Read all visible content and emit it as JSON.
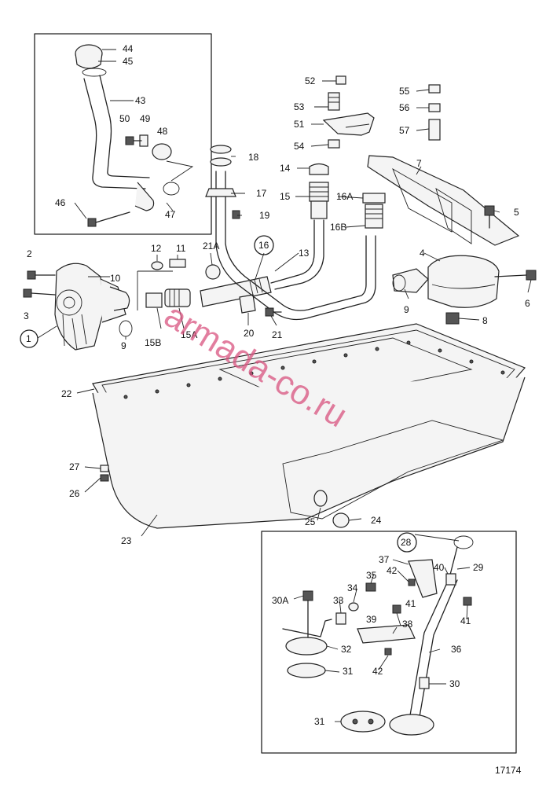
{
  "watermark": "armada-co.ru",
  "drawing_number": "17174",
  "callouts": {
    "c1": "1",
    "c2": "2",
    "c3": "3",
    "c4": "4",
    "c5": "5",
    "c6": "6",
    "c7": "7",
    "c8": "8",
    "c9a": "9",
    "c9b": "9",
    "c10": "10",
    "c11": "11",
    "c12": "12",
    "c13": "13",
    "c14": "14",
    "c15": "15",
    "c15a": "15A",
    "c15b": "15B",
    "c16": "16",
    "c16a": "16A",
    "c16b": "16B",
    "c17": "17",
    "c18": "18",
    "c19": "19",
    "c20": "20",
    "c21": "21",
    "c21a": "21A",
    "c22": "22",
    "c23": "23",
    "c24": "24",
    "c25": "25",
    "c26": "26",
    "c27": "27",
    "c28": "28",
    "c29": "29",
    "c30": "30",
    "c30a": "30A",
    "c31a": "31",
    "c31b": "31",
    "c32": "32",
    "c33": "33",
    "c34": "34",
    "c35": "35",
    "c36": "36",
    "c37": "37",
    "c38": "38",
    "c39": "39",
    "c40": "40",
    "c41a": "41",
    "c41b": "41",
    "c42a": "42",
    "c42b": "42",
    "c43": "43",
    "c44": "44",
    "c45": "45",
    "c46": "46",
    "c47": "47",
    "c48": "48",
    "c49": "49",
    "c50": "50",
    "c51": "51",
    "c52": "52",
    "c53": "53",
    "c54": "54",
    "c55": "55",
    "c56": "56",
    "c57": "57"
  }
}
